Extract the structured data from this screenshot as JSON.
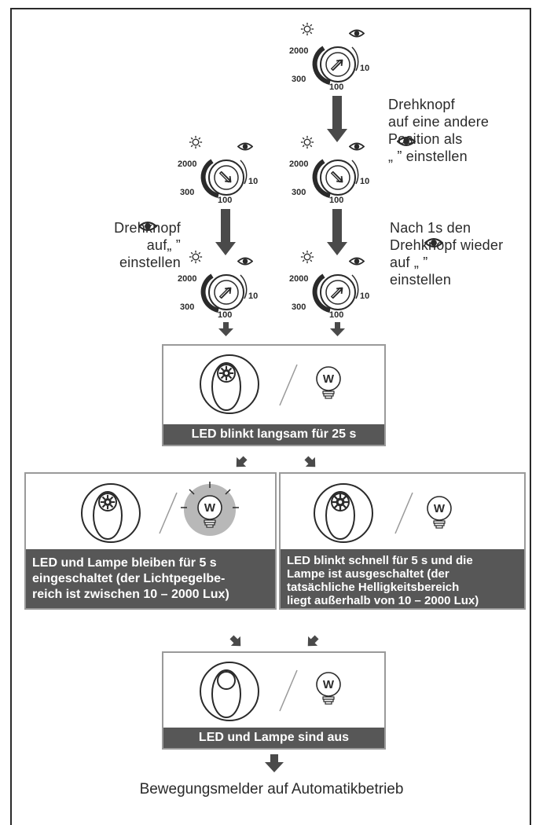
{
  "dial": {
    "sun_icon": "sun-icon",
    "eye_icon": "eye-icon",
    "scale_2000": "2000",
    "scale_300": "300",
    "scale_100": "100",
    "scale_10": "10"
  },
  "labels": {
    "top_right": "Drehknopf\nauf eine andere\nPosition als\n„ ” einstellen",
    "left_mid": "Drehknopf\nauf„ ”\neinstellen",
    "right_mid": "Nach 1s den\nDrehknopf wieder\nauf „ ”\neinstellen"
  },
  "box1": {
    "caption": "LED blinkt langsam für 25 s",
    "lamp_letter": "W"
  },
  "box2": {
    "caption": "LED und Lampe bleiben für 5 s\neingeschaltet (der Lichtpegelbe-\nreich ist zwischen 10 – 2000 Lux)",
    "lamp_letter": "W"
  },
  "box3": {
    "caption": "LED blinkt schnell für 5 s und die\nLampe ist ausgeschaltet (der\ntatsächliche Helligkeitsbereich\nliegt außerhalb von 10 – 2000 Lux)",
    "lamp_letter": "W"
  },
  "box4": {
    "caption": "LED und Lampe sind aus",
    "lamp_letter": "W"
  },
  "footer": {
    "caption": "Bewegungsmelder auf Automatikbetrieb"
  },
  "colors": {
    "dark": "#2a2a2a",
    "bar": "#575757",
    "border": "#9a9a9a",
    "arrow": "#4a4a4a"
  }
}
